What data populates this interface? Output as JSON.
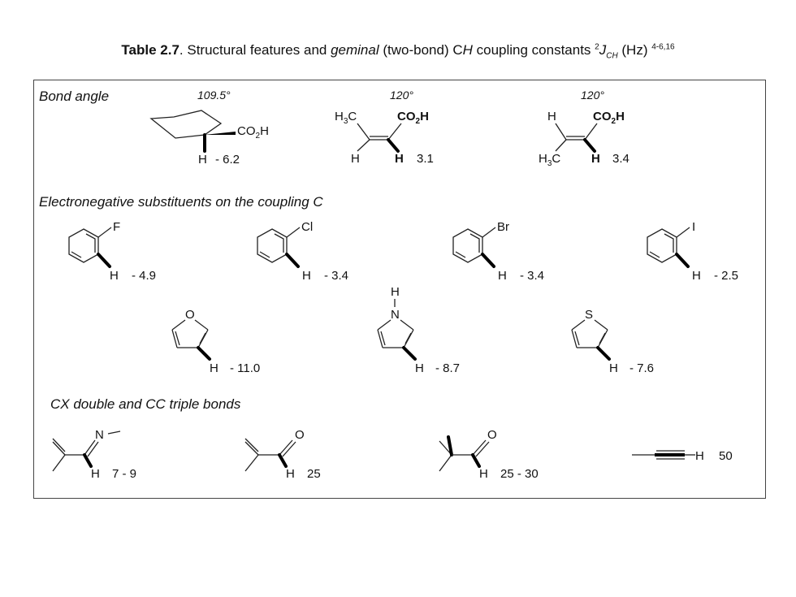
{
  "caption": {
    "label": "Table 2.7",
    "text_a": ". Structural features and ",
    "text_b": "geminal",
    "text_c": " (two-bond) C",
    "text_d": "H",
    "text_e": " coupling constants ",
    "sup2": "2",
    "j": "J",
    "sub_ch": "CH",
    "text_f": " (Hz) ",
    "refs": "4-6,16"
  },
  "sections": {
    "bond_angle": "Bond angle",
    "electroneg": "Electronegative substituents on the coupling C",
    "cx": "CX double and CC triple bonds"
  },
  "angles": [
    "109.5°",
    "120°",
    "120°"
  ],
  "row1": {
    "co2h": "CO",
    "two": "2",
    "h": "H",
    "h3c_a": "H",
    "h3c_b": "3",
    "h3c_c": "C",
    "val_cyclohexane": "- 6.2",
    "val_propene_cis": "3.1",
    "val_propene_trans": "3.4"
  },
  "halo": [
    {
      "x": "F",
      "val": "- 4.9"
    },
    {
      "x": "Cl",
      "val": "- 3.4"
    },
    {
      "x": "Br",
      "val": "- 3.4"
    },
    {
      "x": "I",
      "val": "- 2.5"
    }
  ],
  "hetero": [
    {
      "x": "O",
      "val": "- 11.0"
    },
    {
      "x": "N",
      "nh": "H",
      "val": "- 8.7"
    },
    {
      "x": "S",
      "val": "- 7.6"
    }
  ],
  "row4": {
    "n": "N",
    "o1": "O",
    "o2": "O",
    "h": "H",
    "val_imine": "7 - 9",
    "val_aldehyde": "25",
    "val_pivaldehyde": "25 - 30",
    "val_alkyne": "50"
  }
}
